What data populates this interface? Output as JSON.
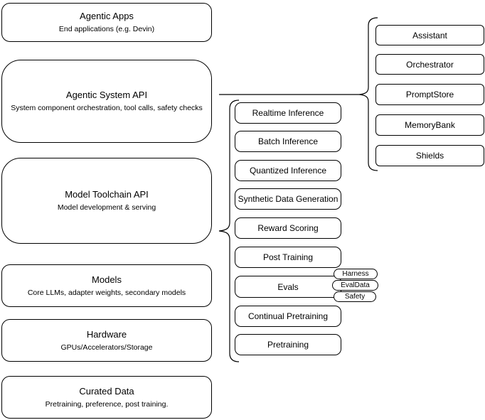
{
  "diagram": {
    "left_stack": [
      {
        "title": "Agentic Apps",
        "subtitle": "End applications (e.g. Devin)"
      },
      {
        "title": "Agentic System API",
        "subtitle": "System component orchestration, tool calls, safety checks"
      },
      {
        "title": "Model Toolchain API",
        "subtitle": "Model development & serving"
      },
      {
        "title": "Models",
        "subtitle": "Core LLMs, adapter weights, secondary models"
      },
      {
        "title": "Hardware",
        "subtitle": "GPUs/Accelerators/Storage"
      },
      {
        "title": "Curated Data",
        "subtitle": "Pretraining, preference, post training."
      }
    ],
    "toolchain_services": [
      "Realtime Inference",
      "Batch Inference",
      "Quantized Inference",
      "Synthetic Data Generation",
      "Reward Scoring",
      "Post Training",
      "Evals",
      "Continual Pretraining",
      "Pretraining"
    ],
    "evals_tags": [
      "Harness",
      "EvalData",
      "Safety"
    ],
    "system_components": [
      "Assistant",
      "Orchestrator",
      "PromptStore",
      "MemoryBank",
      "Shields"
    ],
    "colors": {
      "stroke": "#000000",
      "background": "#ffffff",
      "text": "#000000"
    }
  }
}
